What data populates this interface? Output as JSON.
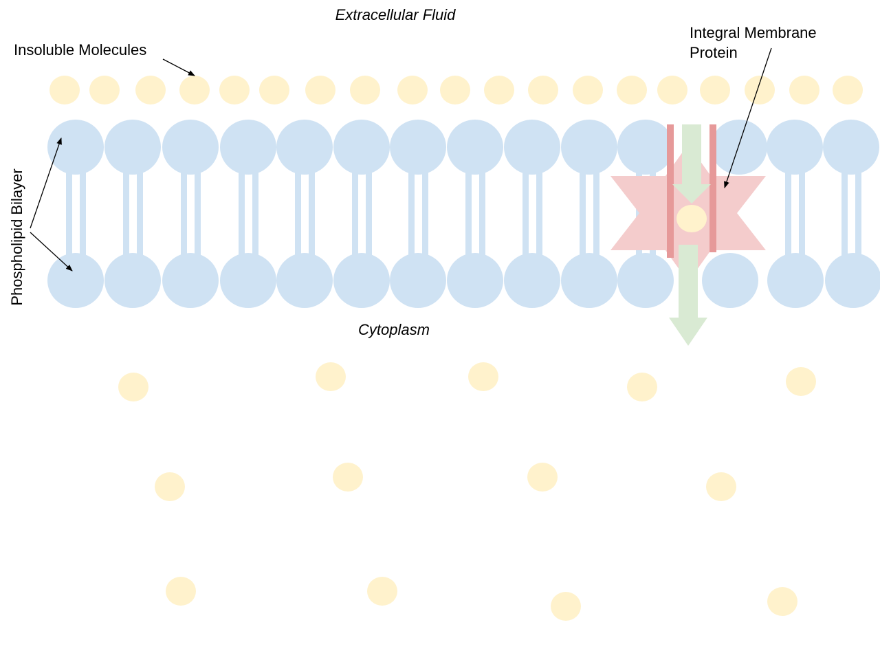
{
  "labels": {
    "extracellular": "Extracellular Fluid",
    "cytoplasm": "Cytoplasm",
    "insoluble": "Insoluble Molecules",
    "protein_line1": "Integral Membrane",
    "protein_line2": "Protein",
    "bilayer": "Phospholipid Bilayer"
  },
  "colors": {
    "molecule": "#fff2cc",
    "phospholipid": "#cfe2f3",
    "protein": "#f4cccc",
    "channel_wall": "#e69999",
    "transport_arrow": "#d9ead3",
    "annotation": "#000000"
  }
}
